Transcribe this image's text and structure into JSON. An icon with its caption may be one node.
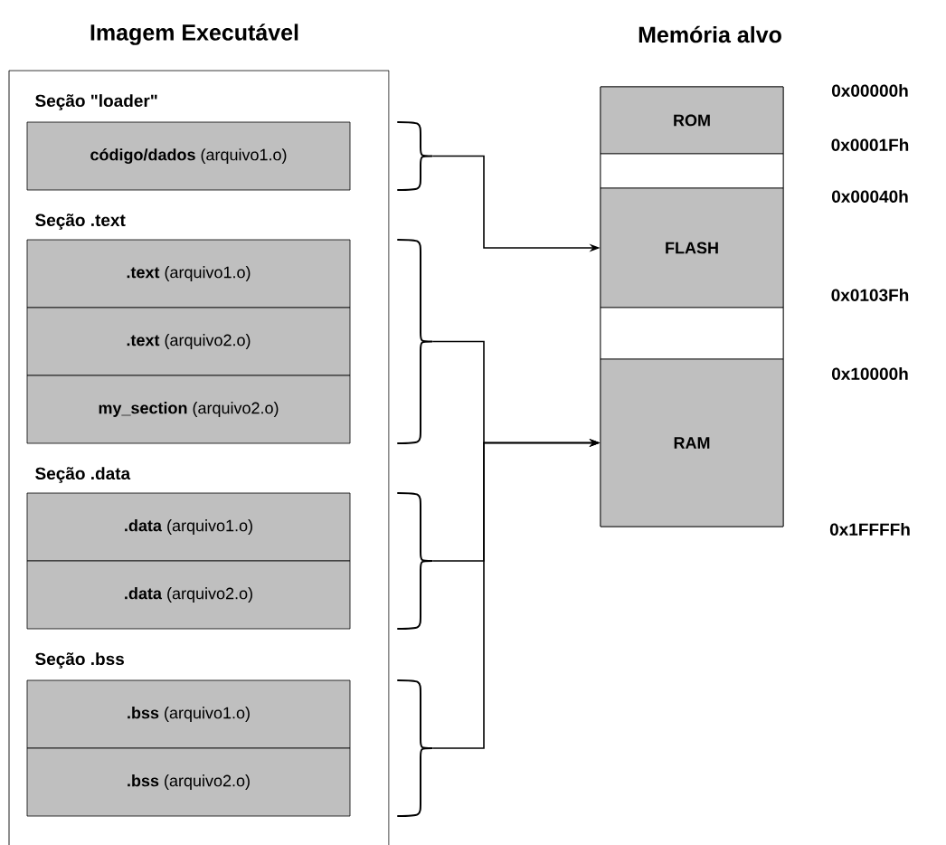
{
  "diagram": {
    "nodes": [
      {
        "text": [
          "Imagem Executável"
        ]
      },
      {
        "text": [
          "**código/dados** (arquivo1.o)"
        ],
        "in": 0
      },
      {
        "text": [
          "**.text** (arquivo1.o)"
        ],
        "in": 0
      },
      {
        "text": [
          "**.text** (arquivo2.o)"
        ],
        "in": 0
      },
      {
        "text": [
          "**my_section** (arquivo2.o)"
        ],
        "in": 0
      },
      {
        "text": [
          "**.data** (arquivo1.o)"
        ],
        "in": 0
      },
      {
        "text": [
          "**.data** (arquivo2.o)"
        ],
        "in": 0
      },
      {
        "text": [
          "**.bss** (arquivo1.o)"
        ],
        "in": 0
      },
      {
        "text": [
          "**.bss** (arquivo2.o)"
        ],
        "in": 0
      },
      {
        "text": [
          "Memória alvo"
        ]
      },
      {
        "text": [
          "ROM"
        ],
        "in": 9
      },
      {
        "text": [],
        "shape": "box",
        "in": 9
      },
      {
        "text": [
          "FLASH"
        ],
        "in": 9
      },
      {
        "text": [],
        "shape": "box",
        "in": 9
      },
      {
        "text": [
          "RAM"
        ],
        "in": 9
      },
      {
        "text": [],
        "shape": "brace"
      },
      {
        "text": [],
        "shape": "brace"
      },
      {
        "text": [],
        "shape": "brace"
      },
      {
        "text": [],
        "shape": "brace"
      }
    ],
    "edges": [
      {
        "from": 15,
        "to": 12,
        "arrow": "to"
      },
      {
        "from": 16,
        "to": 14,
        "arrow": "to"
      },
      {
        "from": 17,
        "to": 14,
        "arrow": "to"
      },
      {
        "from": 18,
        "to": 14,
        "arrow": "to"
      }
    ],
    "labels": [
      "Seção \"loader\"",
      "Seção .text",
      "Seção .data",
      "Seção .bss",
      "0x00000h",
      "0x0001Fh",
      "0x00040h",
      "0x0103Fh",
      "0x10000h",
      "0x1FFFFh"
    ]
  }
}
